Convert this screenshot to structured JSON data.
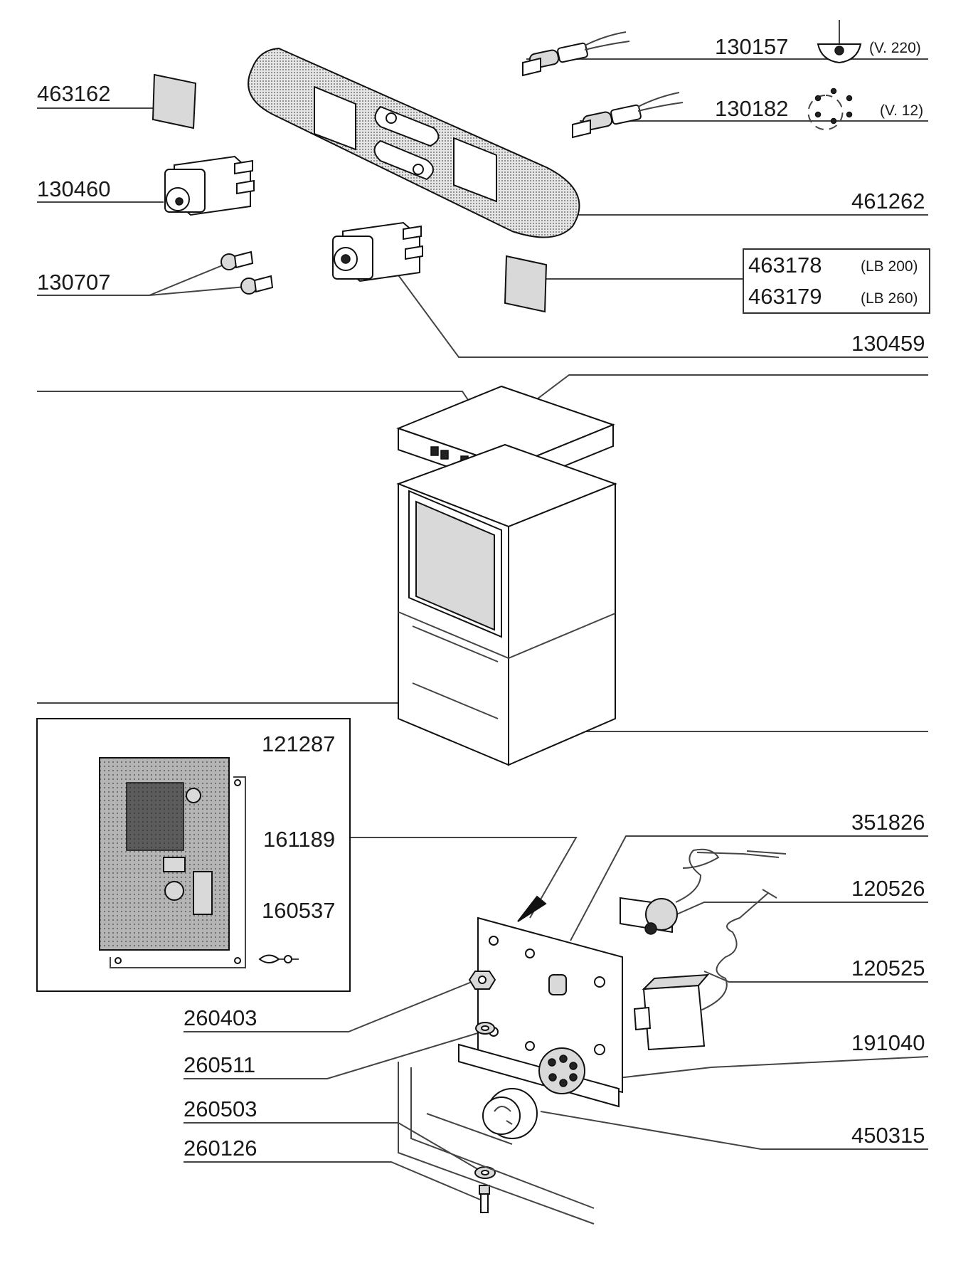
{
  "parts": {
    "p130157": "130157",
    "p130182": "130182",
    "p463162": "463162",
    "p130460": "130460",
    "p461262": "461262",
    "p130707": "130707",
    "p463178": "463178",
    "p463179": "463179",
    "p130459": "130459",
    "p121287": "121287",
    "p161189": "161189",
    "p160537": "160537",
    "p351826": "351826",
    "p120526": "120526",
    "p120525": "120525",
    "p260403": "260403",
    "p260511": "260511",
    "p191040": "191040",
    "p260503": "260503",
    "p260126": "260126",
    "p450315": "450315"
  },
  "notes": {
    "v220": "(V. 220)",
    "v12": "(V. 12)",
    "lb200": "(LB 200)",
    "lb260": "(LB 260)"
  },
  "icons": {
    "lamp_220": "wash-symbol-icon",
    "lamp_12": "rinse-cycle-icon"
  }
}
